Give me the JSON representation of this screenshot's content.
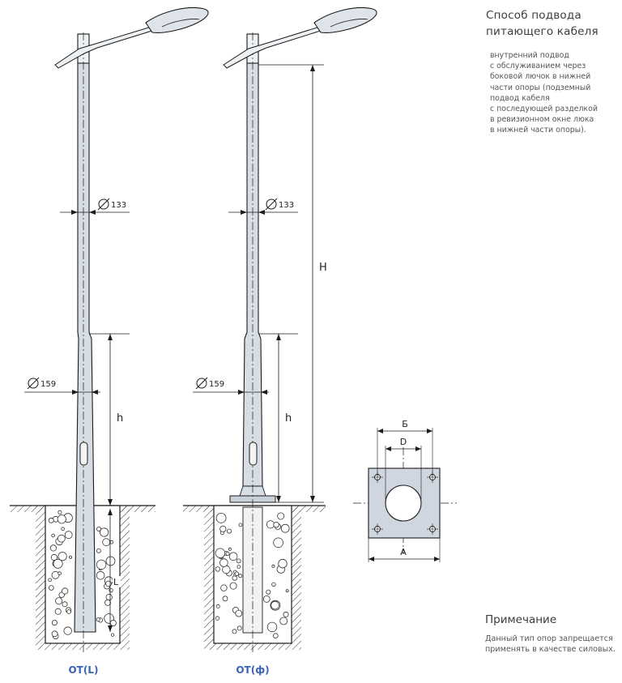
{
  "title": {
    "line1": "Способ подвода",
    "line2": "питающего кабеля"
  },
  "description": [
    "внутренний подвод",
    "с обслуживанием через",
    "боковой лючок в нижней",
    "части опоры (подземный",
    "подвод кабеля",
    "с последующей разделкой",
    "в ревизионном окне люка",
    "в нижней части опоры)."
  ],
  "note": {
    "title": "Примечание",
    "lines": [
      "Данный тип опор запрещается",
      "применять в качестве силовых."
    ]
  },
  "pole_left": {
    "caption": "ОТ(L)",
    "upper_diameter": "133",
    "lower_diameter": "159",
    "lower_height_label": "h",
    "depth_label": "L"
  },
  "pole_right": {
    "caption": "ОТ(ф)",
    "upper_diameter": "133",
    "lower_diameter": "159",
    "lower_height_label": "h",
    "total_height_label": "H"
  },
  "flange": {
    "label_b": "Б",
    "label_d": "D",
    "label_a": "A"
  },
  "colors": {
    "caption_blue": "#3a63b6",
    "pole_fill": "#d7dde5",
    "plate_fill": "#cfd6df",
    "line": "#1c1c1c"
  }
}
